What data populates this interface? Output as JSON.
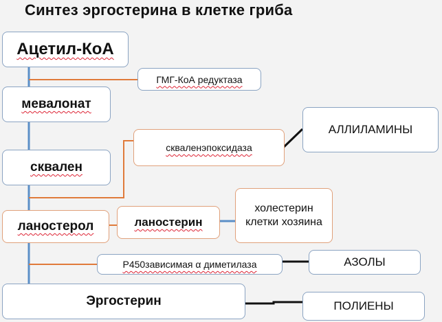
{
  "title": "Синтез эргостерина в клетке гриба",
  "nodes": {
    "acetyl_coa": "Ацетил-КоА",
    "hmg_coa_reductase": "ГМГ-КоА редуктаза",
    "mevalonate": "мевалонат",
    "squalene_epoxidase": "скваленэпоксидаза",
    "allylamines": "АЛЛИЛАМИНЫ",
    "squalene": "сквален",
    "lanosterol": "ланостерол",
    "lanosterin": "ланостерин",
    "host_cholesterol_line1": "холестерин",
    "host_cholesterol_line2": "клетки хозяина",
    "p450_demethylase": "Р450зависимая α диметилаза",
    "azoles": "АЗОЛЫ",
    "ergosterol": "Эргостерин",
    "polyenes": "ПОЛИЕНЫ"
  },
  "colors": {
    "main_line": "#5b8fc7",
    "side_line": "#e07a3a",
    "inhibitor_line": "#111111",
    "blue_border": "#8aa3c2",
    "orange_border": "#e0a07a"
  }
}
